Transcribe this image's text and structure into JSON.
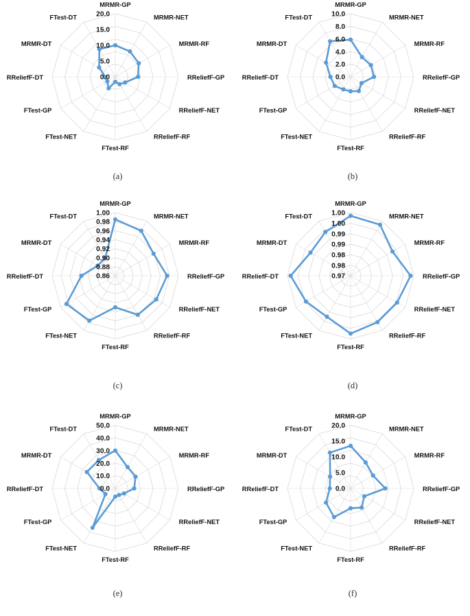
{
  "figure": {
    "panel_count": 6,
    "axis_labels": [
      "MRMR-GP",
      "MRMR-NET",
      "MRMR-RF",
      "RReliefF-GP",
      "RReliefF-NET",
      "RReliefF-RF",
      "FTest-RF",
      "FTest-NET",
      "FTest-GP",
      "RReliefF-DT",
      "MRMR-DT",
      "FTest-DT"
    ],
    "series_color": "#5B9BD5",
    "grid_color": "#D3D3D3",
    "ring_count_default": 5
  },
  "panels": [
    {
      "caption": "(a)",
      "chart_data": {
        "type": "radar",
        "title": "",
        "categories": [
          "MRMR-GP",
          "MRMR-NET",
          "MRMR-RF",
          "RReliefF-GP",
          "RReliefF-NET",
          "RReliefF-RF",
          "FTest-RF",
          "FTest-NET",
          "FTest-GP",
          "RReliefF-DT",
          "MRMR-DT",
          "FTest-DT"
        ],
        "values": [
          10.0,
          9.3,
          8.6,
          7.2,
          3.6,
          2.7,
          1.6,
          4.2,
          2.9,
          3.2,
          5.9,
          10.1
        ],
        "ticks": [
          "0.0",
          "5.0",
          "10.0",
          "15.0",
          "20.0"
        ],
        "rmin": 0.0,
        "rmax": 20.0,
        "rings": 5,
        "grid": true,
        "legend": "none"
      }
    },
    {
      "caption": "(b)",
      "chart_data": {
        "type": "radar",
        "title": "",
        "categories": [
          "MRMR-GP",
          "MRMR-NET",
          "MRMR-RF",
          "RReliefF-GP",
          "RReliefF-NET",
          "RReliefF-RF",
          "FTest-RF",
          "FTest-NET",
          "FTest-GP",
          "RReliefF-DT",
          "MRMR-DT",
          "FTest-DT"
        ],
        "values": [
          5.9,
          3.6,
          3.7,
          3.7,
          2.0,
          2.6,
          2.3,
          2.3,
          2.9,
          3.2,
          4.5,
          6.5
        ],
        "ticks": [
          "0.0",
          "2.0",
          "4.0",
          "6.0",
          "8.0",
          "10.0"
        ],
        "rmin": 0.0,
        "rmax": 10.0,
        "rings": 5,
        "grid": true,
        "legend": "none"
      }
    },
    {
      "caption": "(c)",
      "chart_data": {
        "type": "radar",
        "title": "",
        "categories": [
          "MRMR-GP",
          "MRMR-NET",
          "MRMR-RF",
          "RReliefF-GP",
          "RReliefF-NET",
          "RReliefF-RF",
          "FTest-RF",
          "FTest-NET",
          "FTest-GP",
          "RReliefF-DT",
          "MRMR-DT",
          "FTest-DT"
        ],
        "values": [
          0.985,
          0.975,
          0.958,
          0.975,
          0.965,
          0.96,
          0.93,
          0.975,
          0.985,
          0.935,
          0.905,
          0.905
        ],
        "ticks": [
          "0.86",
          "0.88",
          "0.90",
          "0.92",
          "0.94",
          "0.96",
          "0.98",
          "1.00"
        ],
        "rmin": 0.86,
        "rmax": 1.0,
        "rings": 7,
        "grid": true,
        "legend": "none"
      }
    },
    {
      "caption": "(d)",
      "chart_data": {
        "type": "radar",
        "title": "",
        "categories": [
          "MRMR-GP",
          "MRMR-NET",
          "MRMR-RF",
          "RReliefF-GP",
          "RReliefF-NET",
          "RReliefF-RF",
          "FTest-RF",
          "FTest-NET",
          "FTest-GP",
          "RReliefF-DT",
          "MRMR-DT",
          "FTest-DT"
        ],
        "values": [
          0.9985,
          0.998,
          0.993,
          0.9985,
          0.9955,
          0.9955,
          0.9975,
          0.9925,
          0.9945,
          0.9985,
          0.992,
          0.994
        ],
        "ticks": [
          "0.97",
          "0.98",
          "0.98",
          "0.99",
          "0.99",
          "1.00",
          "1.00"
        ],
        "rmin": 0.97,
        "rmax": 1.0,
        "rings": 6,
        "grid": true,
        "legend": "none"
      }
    },
    {
      "caption": "(e)",
      "chart_data": {
        "type": "radar",
        "title": "",
        "categories": [
          "MRMR-GP",
          "MRMR-NET",
          "MRMR-RF",
          "RReliefF-GP",
          "RReliefF-NET",
          "RReliefF-RF",
          "FTest-RF",
          "FTest-NET",
          "FTest-GP",
          "RReliefF-DT",
          "MRMR-DT",
          "FTest-DT"
        ],
        "values": [
          30.0,
          19.5,
          18.5,
          15.0,
          8.0,
          6.0,
          6.5,
          36.0,
          9.0,
          12.5,
          26.0,
          26.0
        ],
        "ticks": [
          "0.0",
          "10.0",
          "20.0",
          "30.0",
          "40.0",
          "50.0"
        ],
        "rmin": 0.0,
        "rmax": 50.0,
        "rings": 5,
        "grid": true,
        "legend": "none"
      }
    },
    {
      "caption": "(f)",
      "chart_data": {
        "type": "radar",
        "title": "",
        "categories": [
          "MRMR-GP",
          "MRMR-NET",
          "MRMR-RF",
          "RReliefF-GP",
          "RReliefF-NET",
          "RReliefF-RF",
          "FTest-RF",
          "FTest-NET",
          "FTest-GP",
          "RReliefF-DT",
          "MRMR-DT",
          "FTest-DT"
        ],
        "values": [
          13.5,
          9.5,
          8.2,
          11.0,
          5.0,
          7.0,
          6.3,
          10.5,
          9.0,
          6.6,
          7.5,
          13.1
        ],
        "ticks": [
          "0.0",
          "5.0",
          "10.0",
          "15.0",
          "20.0"
        ],
        "rmin": 0.0,
        "rmax": 20.0,
        "rings": 5,
        "grid": true,
        "legend": "none"
      }
    }
  ]
}
